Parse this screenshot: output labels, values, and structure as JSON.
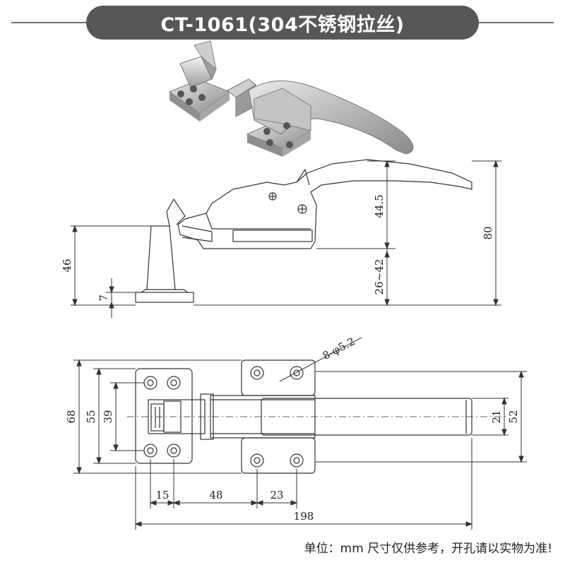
{
  "title": "CT-1061(304不锈钢拉丝)",
  "footnote": "单位：mm   尺寸仅供参考，开孔请以实物为准!",
  "side_view": {
    "dim_total_height": "80",
    "dim_upper": "44.5",
    "dim_lower": "26~42",
    "dim_keeper_height": "46",
    "dim_base": "7"
  },
  "top_view": {
    "hole_note": "8-φ5.2",
    "dim_68": "68",
    "dim_55": "55",
    "dim_39": "39",
    "dim_21": "21",
    "dim_52": "52",
    "dim_15": "15",
    "dim_48": "48",
    "dim_23": "23",
    "dim_198": "198"
  }
}
